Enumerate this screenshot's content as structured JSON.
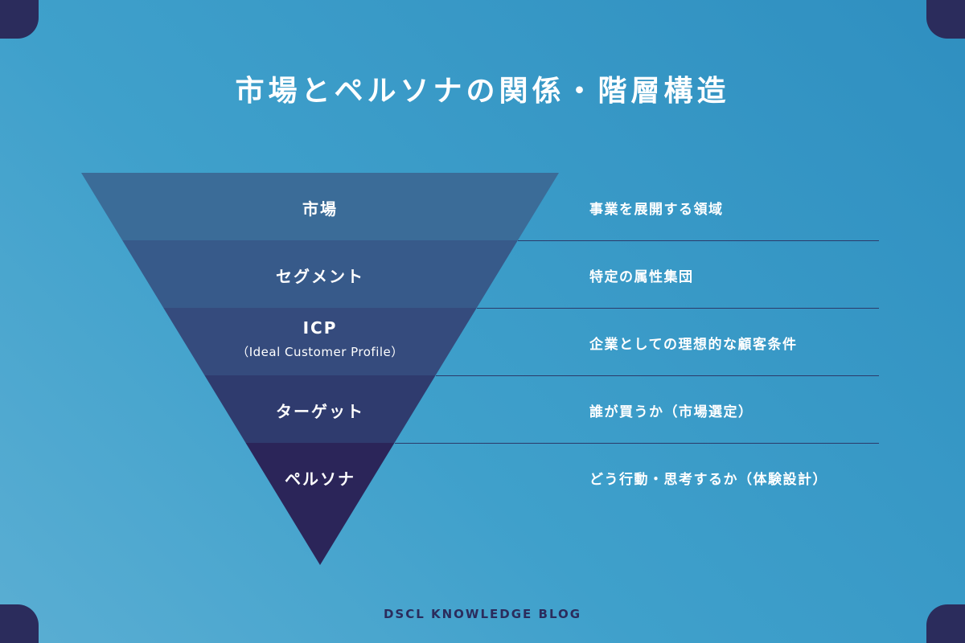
{
  "title": "市場とペルソナの関係・階層構造",
  "levels": [
    {
      "label": "市場",
      "sub": "",
      "description": "事業を展開する領域",
      "color": "#3b6c98"
    },
    {
      "label": "セグメント",
      "sub": "",
      "description": "特定の属性集団",
      "color": "#375a8a"
    },
    {
      "label": "ICP",
      "sub": "（Ideal Customer Profile）",
      "description": "企業としての理想的な顧客条件",
      "color": "#354b7d"
    },
    {
      "label": "ターゲット",
      "sub": "",
      "description": "誰が買うか（市場選定）",
      "color": "#2f3b6e"
    },
    {
      "label": "ペルソナ",
      "sub": "",
      "description": "どう行動・思考するか（体験設計）",
      "color": "#2b2559"
    }
  ],
  "footer": "DSCL KNOWLEDGE BLOG",
  "colors": {
    "corner": "#2b2c5c",
    "divider": "#2b3a6a",
    "text": "#ffffff"
  }
}
